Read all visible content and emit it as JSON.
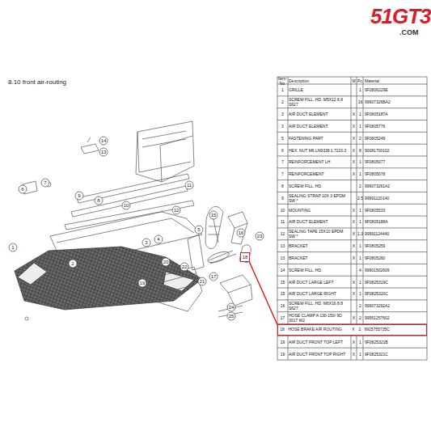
{
  "diagram": {
    "nodes": [
      {
        "text": [
          "18"
        ]
      },
      {
        "text": [
          "18",
          "HOSE BRAKE AIR ROUTING",
          "X",
          "2",
          "9915755735C"
        ]
      }
    ],
    "edges": [
      {
        "from": 0,
        "to": 1,
        "arrow": "none"
      }
    ],
    "labels": [
      "51GT3",
      ".COM",
      "8.10  front air-routing",
      "Item-No.",
      "Description",
      "M",
      "Pc.",
      "Material",
      "1",
      "GRILLE",
      "1",
      "9F0806229E",
      "2",
      "SCREW FILL. HD. M5X12 8.8 S627",
      "16",
      "99907326BA2",
      "3",
      "AIR DUCT ELEMENT",
      "X",
      "1",
      "9F0805187A",
      "3",
      "AIR DUCT ELEMENT",
      "X",
      "1",
      "9F0805776",
      "5",
      "FASTENING PART",
      "X",
      "2",
      "9F0805249",
      "6",
      "HEX. NUT M6 LN9338 1.7220.3",
      "X",
      "8",
      "90081700102",
      "7",
      "REINFORCEMENT LH",
      "X",
      "1",
      "9F0805077",
      "7",
      "REINFORCEMENT",
      "X",
      "1",
      "9F0805078",
      "8",
      "SCREW FILL. HD.",
      "2",
      "999073261A2",
      "9",
      "SEALING STRAP 10X 3 EPDM SW *",
      "2.5",
      "99991120140",
      "10",
      "MOUNTING",
      "X",
      "1",
      "9F0805533",
      "11",
      "AIR DUCT ELEMENT",
      "X",
      "1",
      "9F0805188A",
      "12",
      "SEALING TAPE 15X10 EPDM SW *",
      "X",
      "1.3",
      "99991124440",
      "13",
      "BRACKET",
      "X",
      "1",
      "9F0805259",
      "13",
      "BRACKET",
      "X",
      "1",
      "9F0805260",
      "14",
      "SCREW FILL. HD.",
      "4",
      "99901502609",
      "15",
      "AIR DUCT LARGE LEFT",
      "X",
      "1",
      "9F0825319C",
      "15",
      "AIR DUCT LARGE RIGHT",
      "X",
      "1",
      "9F0825320C",
      "16",
      "SCREW FILL. HD. M6X16 8.8 S627",
      "2",
      "999073292A2",
      "17",
      "HOSE CLAMP A 130-150/ 9D 3017 W2",
      "X",
      "2",
      "99951257602",
      "19",
      "AIR DUCT FRONT TOP LEFT",
      "X",
      "1",
      "9F0825321B",
      "19",
      "AIR DUCT FRONT TOP RIGHT",
      "X",
      "1",
      "9F0825321C",
      "14",
      "13",
      "6",
      "7",
      "9",
      "8",
      "11",
      "12",
      "10",
      "5",
      "3",
      "4",
      "1",
      "2",
      "15",
      "16",
      "17",
      "23",
      "22",
      "20",
      "19",
      "21",
      "24",
      "25"
    ]
  }
}
